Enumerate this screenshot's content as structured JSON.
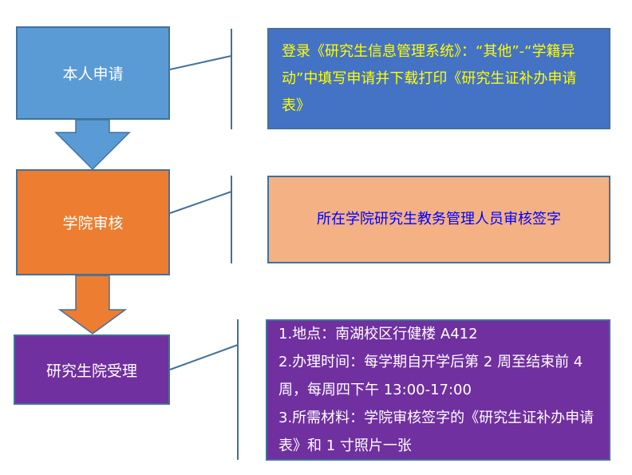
{
  "steps": [
    {
      "label": "本人申请",
      "color": "#5B9BD5"
    },
    {
      "label": "学院审核",
      "color": "#ED7D31"
    },
    {
      "label": "研究生院受理",
      "color": "#7030A0"
    }
  ],
  "notes": [
    {
      "text": "登录《研究生信息管理系统》：“其他”-“学籍异动”中填写申请并下载打印《研究生证补办申请表》",
      "bg": "#4472C4",
      "fg": "#FFFF00"
    },
    {
      "text": "所在学院研究生教务管理人员审核签字",
      "bg": "#F4B183",
      "fg": "#0000FF"
    },
    {
      "lines": [
        "1.地点：南湖校区行健楼 A412",
        "2.办理时间：每学期自开学后第 2 周至结束前 4 周，每周四下午 13:00-17:00",
        "3.所需材料：学院审核签字的《研究生证补办申请表》和 1 寸照片一张"
      ],
      "bg": "#7030A0",
      "fg": "#FFFFFF"
    }
  ]
}
